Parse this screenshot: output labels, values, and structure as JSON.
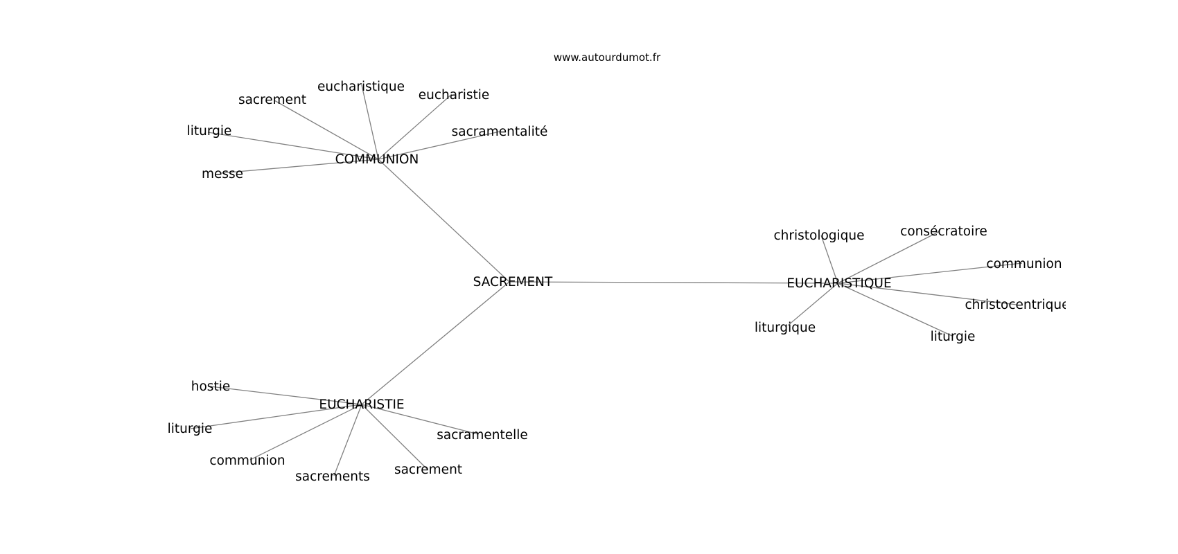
{
  "source": "www.autourdumot.fr",
  "center": {
    "label": "SACREMENT"
  },
  "groups": [
    {
      "hub": "COMMUNION",
      "words": [
        "eucharistique",
        "eucharistie",
        "sacrement",
        "sacramentalité",
        "liturgie",
        "messe"
      ]
    },
    {
      "hub": "EUCHARISTIQUE",
      "words": [
        "christologique",
        "consécratoire",
        "communion",
        "christocentrique",
        "liturgique",
        "liturgie"
      ]
    },
    {
      "hub": "EUCHARISTIE",
      "words": [
        "hostie",
        "liturgie",
        "sacramentelle",
        "communion",
        "sacrements",
        "sacrement"
      ]
    }
  ]
}
